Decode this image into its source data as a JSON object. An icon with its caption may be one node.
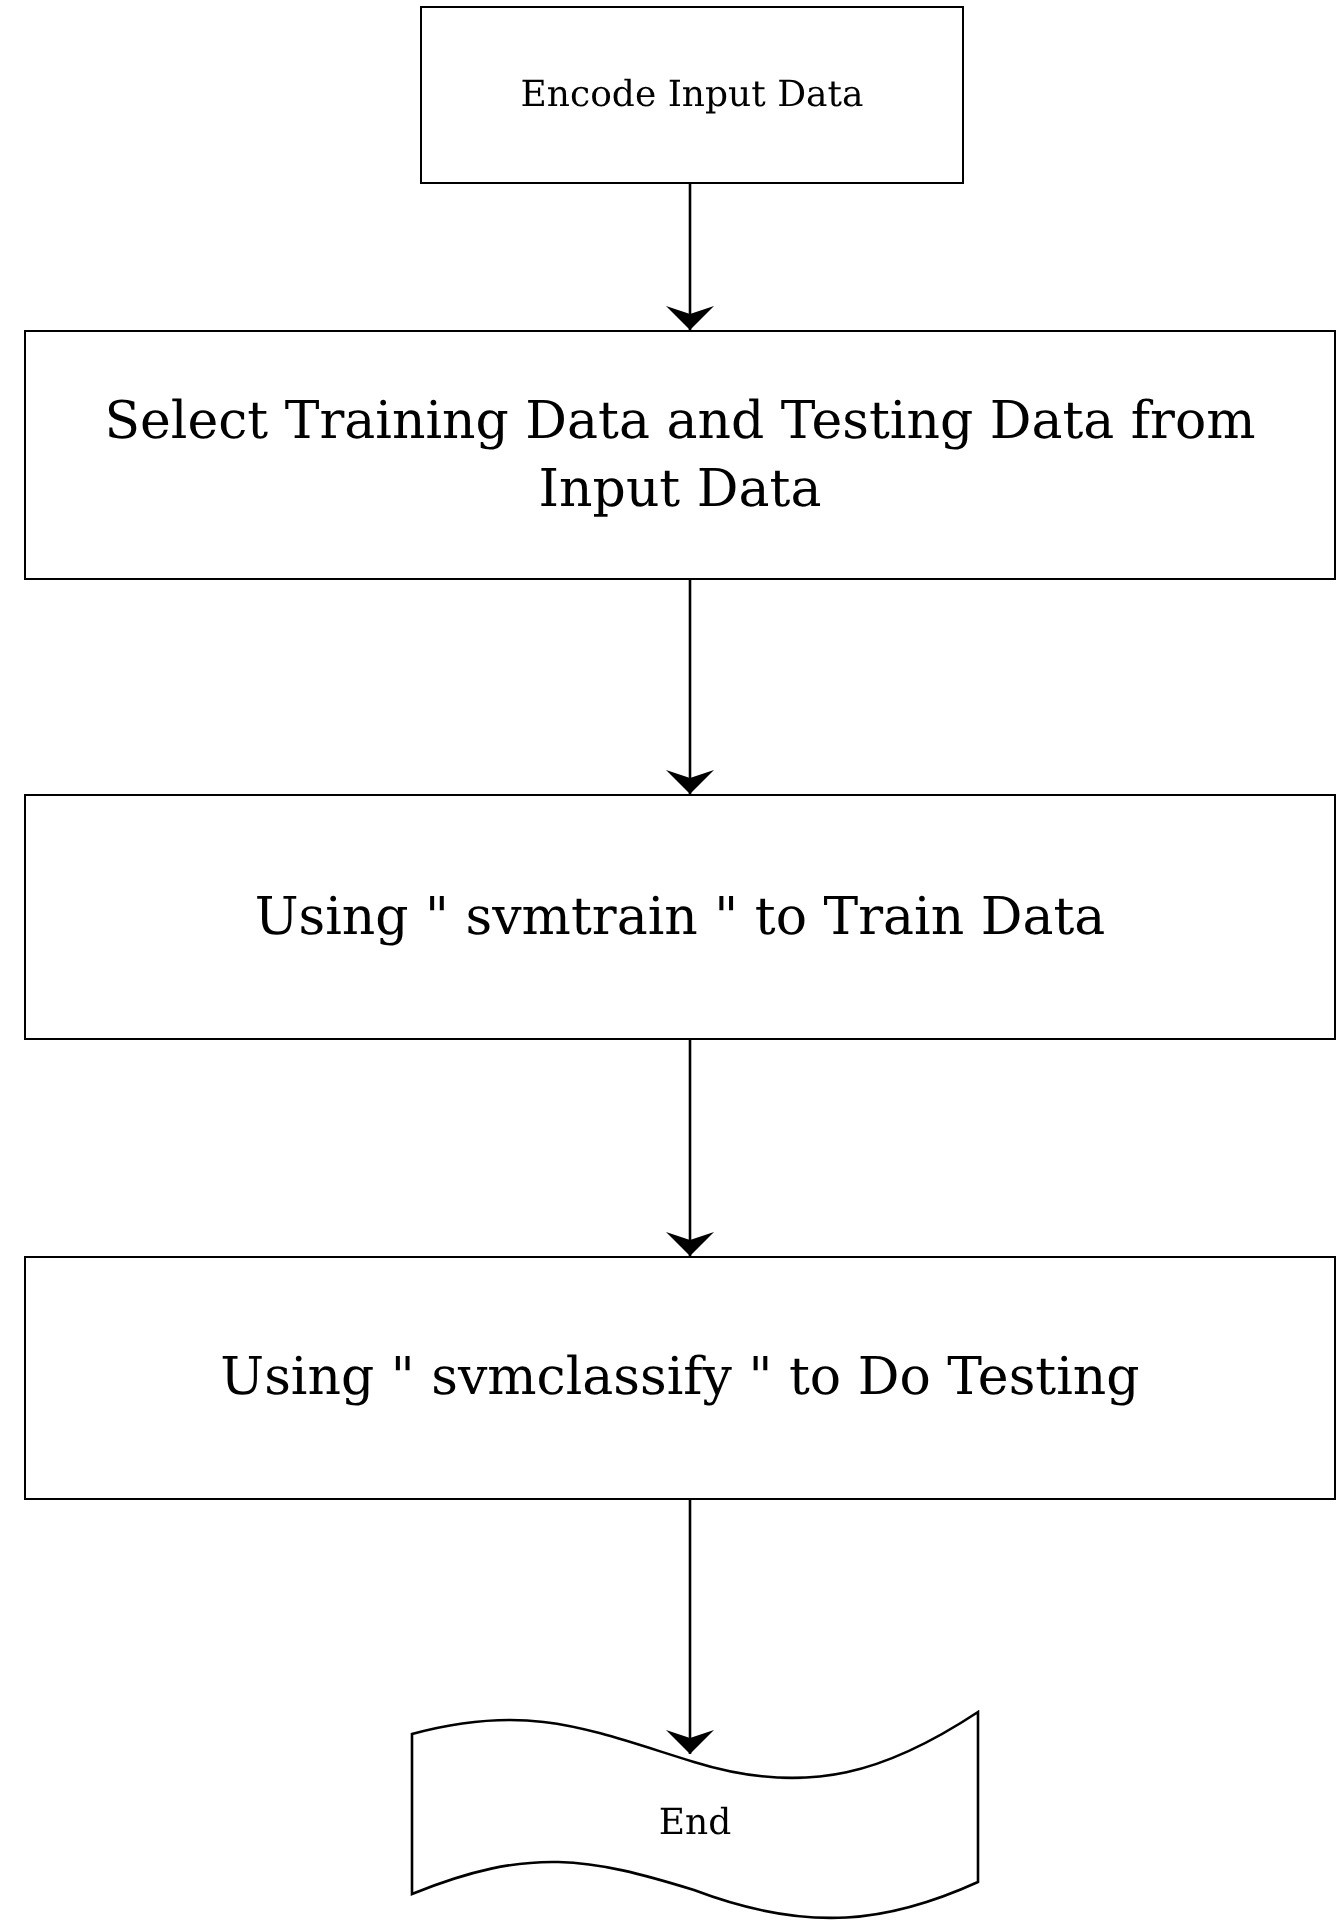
{
  "diagram": {
    "nodes": [
      {
        "text": [
          "Encode Input Data"
        ]
      },
      {
        "text": [
          "Select Training Data and Testing Data from Input Data"
        ]
      },
      {
        "text": [
          "Using \" svmtrain \" to Train Data"
        ]
      },
      {
        "text": [
          "Using \" svmclassify \" to Do Testing"
        ]
      },
      {
        "text": [
          "End"
        ]
      }
    ],
    "edges": [
      {
        "from": 0,
        "to": 1,
        "arrow": "to"
      },
      {
        "from": 1,
        "to": 2,
        "arrow": "to"
      },
      {
        "from": 2,
        "to": 3,
        "arrow": "to"
      },
      {
        "from": 3,
        "to": 4,
        "arrow": "to"
      }
    ]
  }
}
